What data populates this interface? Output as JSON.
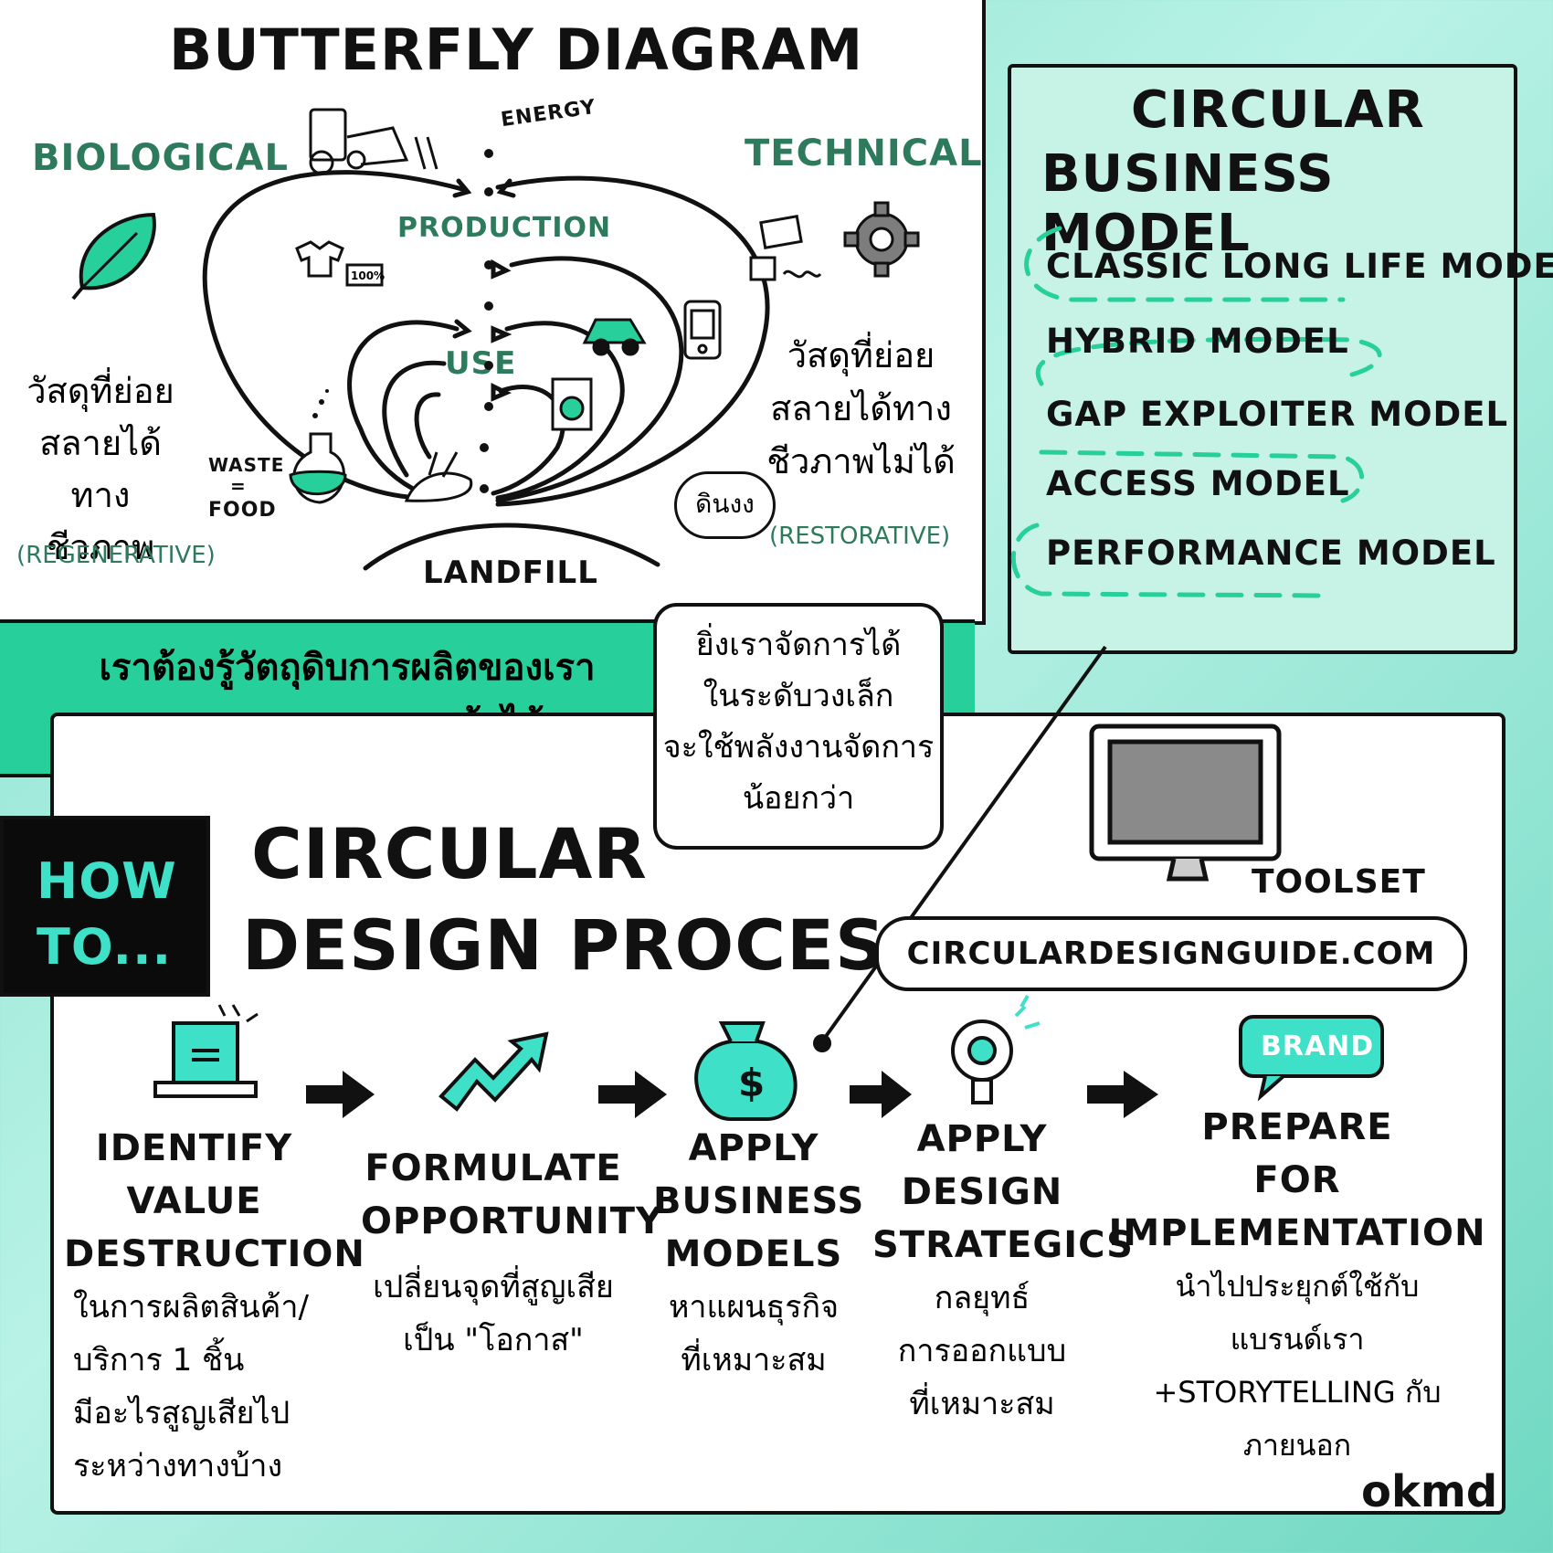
{
  "butterfly": {
    "title": "BUTTERFLY DIAGRAM",
    "biological": "BIOLOGICAL",
    "technical": "TECHNICAL",
    "energy": "ENERGY",
    "production": "PRODUCTION",
    "use": "USE",
    "waste": "WASTE",
    "equals": "=",
    "food": "FOOD",
    "landfill": "LANDFILL",
    "percent_tag": "100%",
    "bio_thai": [
      "วัสดุที่ย่อย",
      "สลายได้ทาง",
      "ชีวภาพ"
    ],
    "regenerative": "(REGENERATIVE)",
    "tech_thai": [
      "วัสดุที่ย่อย",
      "สลายได้ทาง",
      "ชีวภาพไม่ได้"
    ],
    "restorative": "(RESTORATIVE)",
    "soil_bubble": "ดินงง"
  },
  "cbm": {
    "title_line1": "CIRCULAR",
    "title_line2": "BUSINESS MODEL",
    "items": [
      "CLASSIC LONG LIFE MODEL",
      "HYBRID MODEL",
      "GAP EXPLOITER MODEL",
      "ACCESS MODEL",
      "PERFORMANCE MODEL"
    ]
  },
  "banner": {
    "line1": "เราต้องรู้วัตถุดิบการผลิตของเรา",
    "line2": "และสามารถบอกลูกค้าได้"
  },
  "bubble": [
    "ยิ่งเราจัดการได้",
    "ในระดับวงเล็ก",
    "จะใช้พลังงานจัดการ",
    "น้อยกว่า"
  ],
  "how_to": [
    "HOW",
    "TO..."
  ],
  "process": {
    "title_line1": "CIRCULAR",
    "title_line2": "DESIGN PROCESS",
    "toolset": "TOOLSET",
    "url": "CIRCULARDESIGNGUIDE.COM",
    "brand_tag": "BRAND",
    "steps": [
      {
        "title": [
          "IDENTIFY",
          "VALUE",
          "DESTRUCTION"
        ],
        "desc": [
          "ในการผลิตสินค้า/",
          "บริการ 1 ชิ้น",
          "มีอะไรสูญเสียไป",
          "ระหว่างทางบ้าง"
        ]
      },
      {
        "title": [
          "FORMULATE",
          "OPPORTUNITY"
        ],
        "desc": [
          "เปลี่ยนจุดที่สูญเสีย",
          "เป็น \"โอกาส\""
        ]
      },
      {
        "title": [
          "APPLY",
          "BUSINESS",
          "MODELS"
        ],
        "desc": [
          "หาแผนธุรกิจ",
          "ที่เหมาะสม"
        ]
      },
      {
        "title": [
          "APPLY",
          "DESIGN",
          "STRATEGICS"
        ],
        "desc": [
          "กลยุทธ์",
          "การออกแบบ",
          "ที่เหมาะสม"
        ]
      },
      {
        "title": [
          "PREPARE",
          "FOR",
          "IMPLEMENTATION"
        ],
        "desc": [
          "นำไปประยุกต์ใช้กับ",
          "แบรนด์เรา",
          "+STORYTELLING กับภายนอก"
        ]
      }
    ]
  },
  "logo": "okmd",
  "colors": {
    "accent": "#27d09a",
    "dark_green": "#2d7a5c",
    "teal": "#3ee0c8",
    "panel_mint": "#c7f2e6"
  }
}
